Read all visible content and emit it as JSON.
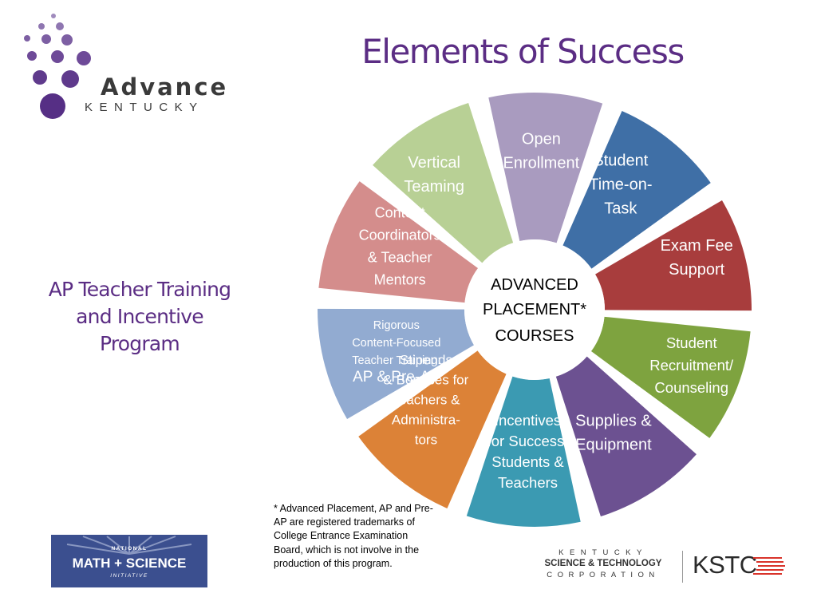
{
  "title": "Elements of Success",
  "subtitle": [
    "AP Teacher Training",
    "and Incentive",
    "Program"
  ],
  "logo_advance": {
    "word": "Advance",
    "state": "KENTUCKY"
  },
  "center": [
    "ADVANCED",
    "PLACEMENT*",
    "COURSES"
  ],
  "segments": [
    {
      "name": "open-enrollment",
      "color": "#a99bbf",
      "lines": [
        "Open",
        "Enrollment"
      ],
      "text_color": "#ffffff"
    },
    {
      "name": "student-time-on-task",
      "color": "#3f6fa6",
      "lines": [
        "Student",
        "Time-on-",
        "Task"
      ],
      "text_color": "#ffffff"
    },
    {
      "name": "exam-fee-support",
      "color": "#a83d3d",
      "lines": [
        "Exam Fee",
        "Support"
      ],
      "text_color": "#ffffff"
    },
    {
      "name": "student-recruitment-counseling",
      "color": "#7ea33f",
      "lines": [
        "Student",
        "Recruitment/",
        "Counseling"
      ],
      "text_color": "#ffffff"
    },
    {
      "name": "supplies-equipment",
      "color": "#6c5191",
      "lines": [
        "Supplies &",
        "Equipment"
      ],
      "text_color": "#ffffff"
    },
    {
      "name": "incentives-for-success",
      "color": "#3b9ab2",
      "lines": [
        "Incentives",
        "for Success:",
        "Students &",
        "Teachers"
      ],
      "text_color": "#ffffff"
    },
    {
      "name": "stipends-bonuses",
      "color": "#dc8237",
      "lines": [
        "Stipends",
        "& Bonuses for",
        "Teachers &",
        "Administra-",
        "tors"
      ],
      "text_color": "#ffffff"
    },
    {
      "name": "rigorous-teacher-training",
      "color": "#92abd1",
      "lines": [
        "Rigorous",
        "Content-Focused",
        "Teacher Training:",
        "AP & Pre-AP"
      ],
      "text_color": "#ffffff"
    },
    {
      "name": "content-coordinators",
      "color": "#d48d8c",
      "lines": [
        "Content",
        "Coordinators",
        "& Teacher",
        "Mentors"
      ],
      "text_color": "#ffffff"
    },
    {
      "name": "vertical-teaming",
      "color": "#b8d095",
      "lines": [
        "Vertical",
        "Teaming"
      ],
      "text_color": "#ffffff"
    }
  ],
  "footnote": "* Advanced Placement, AP and Pre-AP are registered trademarks of College Entrance Examination Board, which is not involve in the production of this program.",
  "nmsi": {
    "top": "NATIONAL",
    "main": "MATH + SCIENCE",
    "bottom": "INITIATIVE"
  },
  "kstc": {
    "state": "KENTUCKY",
    "main": "SCIENCE & TECHNOLOGY",
    "corp": "CORPORATION",
    "abbr": "KSTC"
  }
}
